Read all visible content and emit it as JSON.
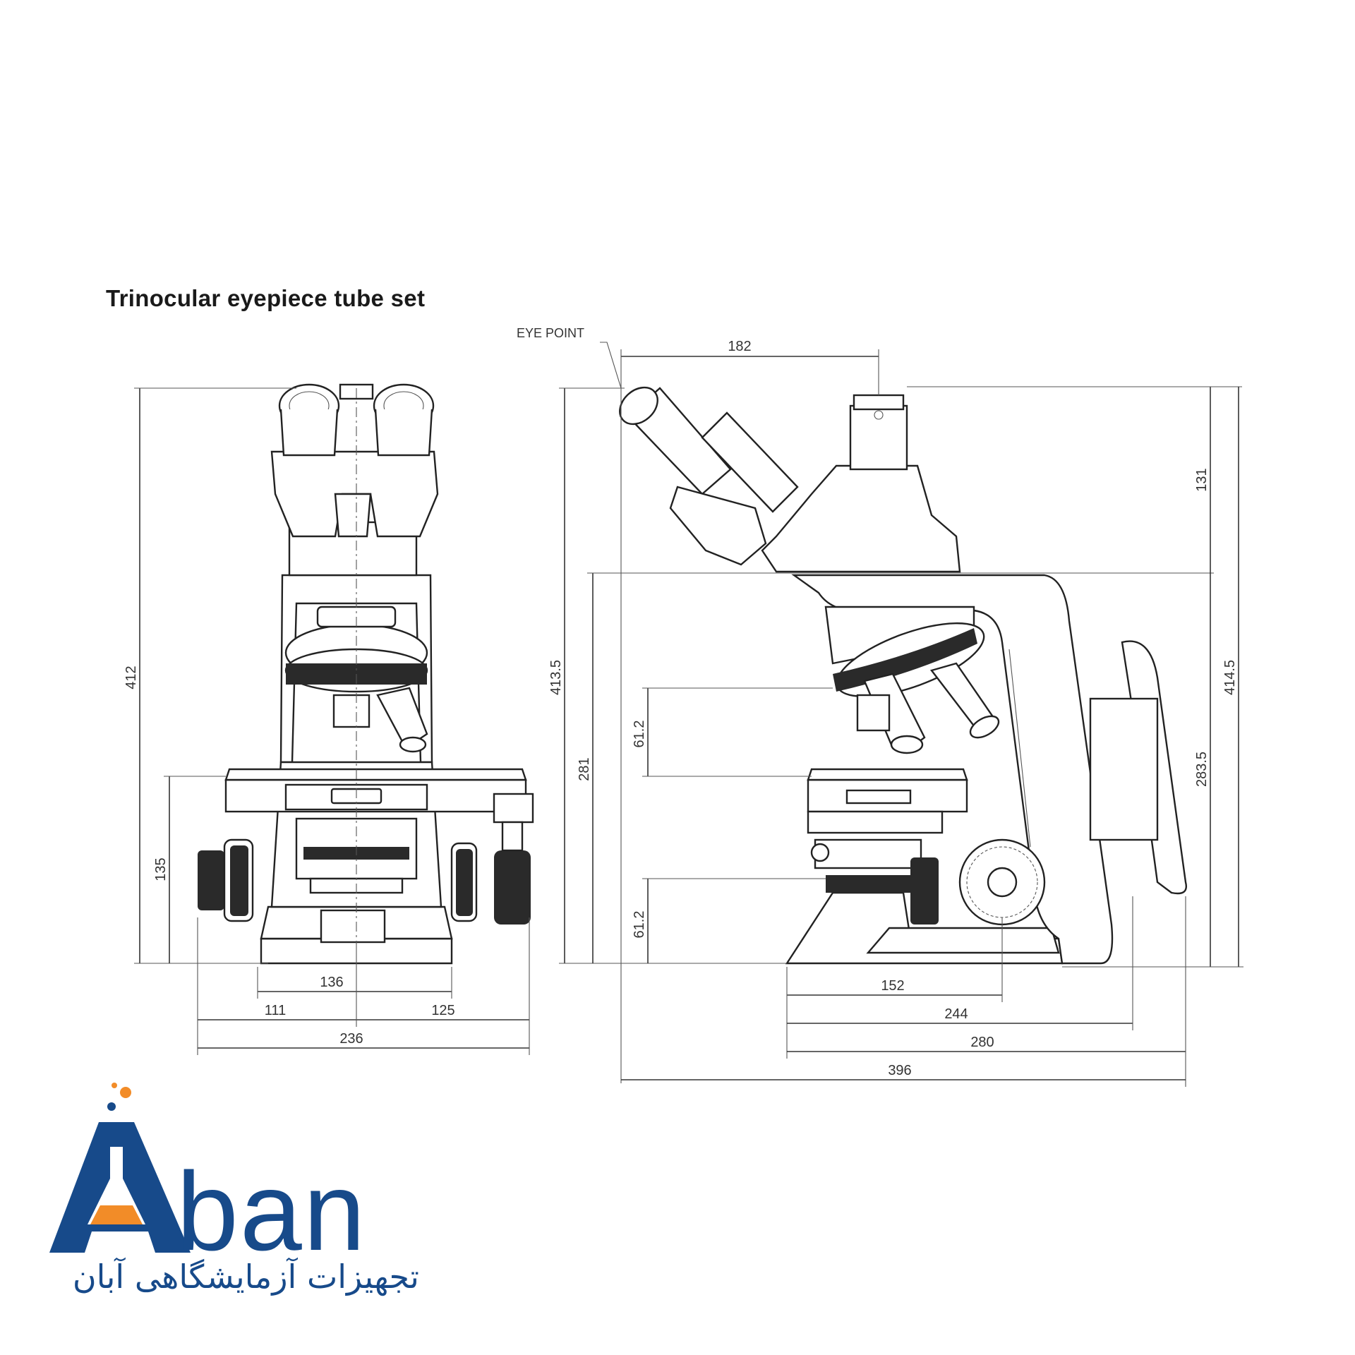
{
  "title": "Trinocular eyepiece tube set",
  "callouts": {
    "eye_point": "EYE POINT"
  },
  "dimensions": {
    "front": {
      "height_total": "412",
      "stage_height": "135",
      "base_width": "136",
      "left_offset": "111",
      "right_offset": "125",
      "overall_width": "236"
    },
    "side": {
      "eye_point_to_tube": "182",
      "height_eyepoint": "413.5",
      "arm_height": "281",
      "objective_range": "61.2",
      "condenser_range": "61.2",
      "tube_height": "131",
      "height_overall": "414.5",
      "arm_height_right": "283.5",
      "base_depth_1": "152",
      "base_depth_2": "244",
      "base_depth_3": "280",
      "overall_depth": "396"
    }
  },
  "logo": {
    "word": "ban",
    "subtitle": "تجهیزات آزمایشگاهی آبان",
    "colors": {
      "primary": "#174a8a",
      "accent": "#f28c28"
    }
  }
}
